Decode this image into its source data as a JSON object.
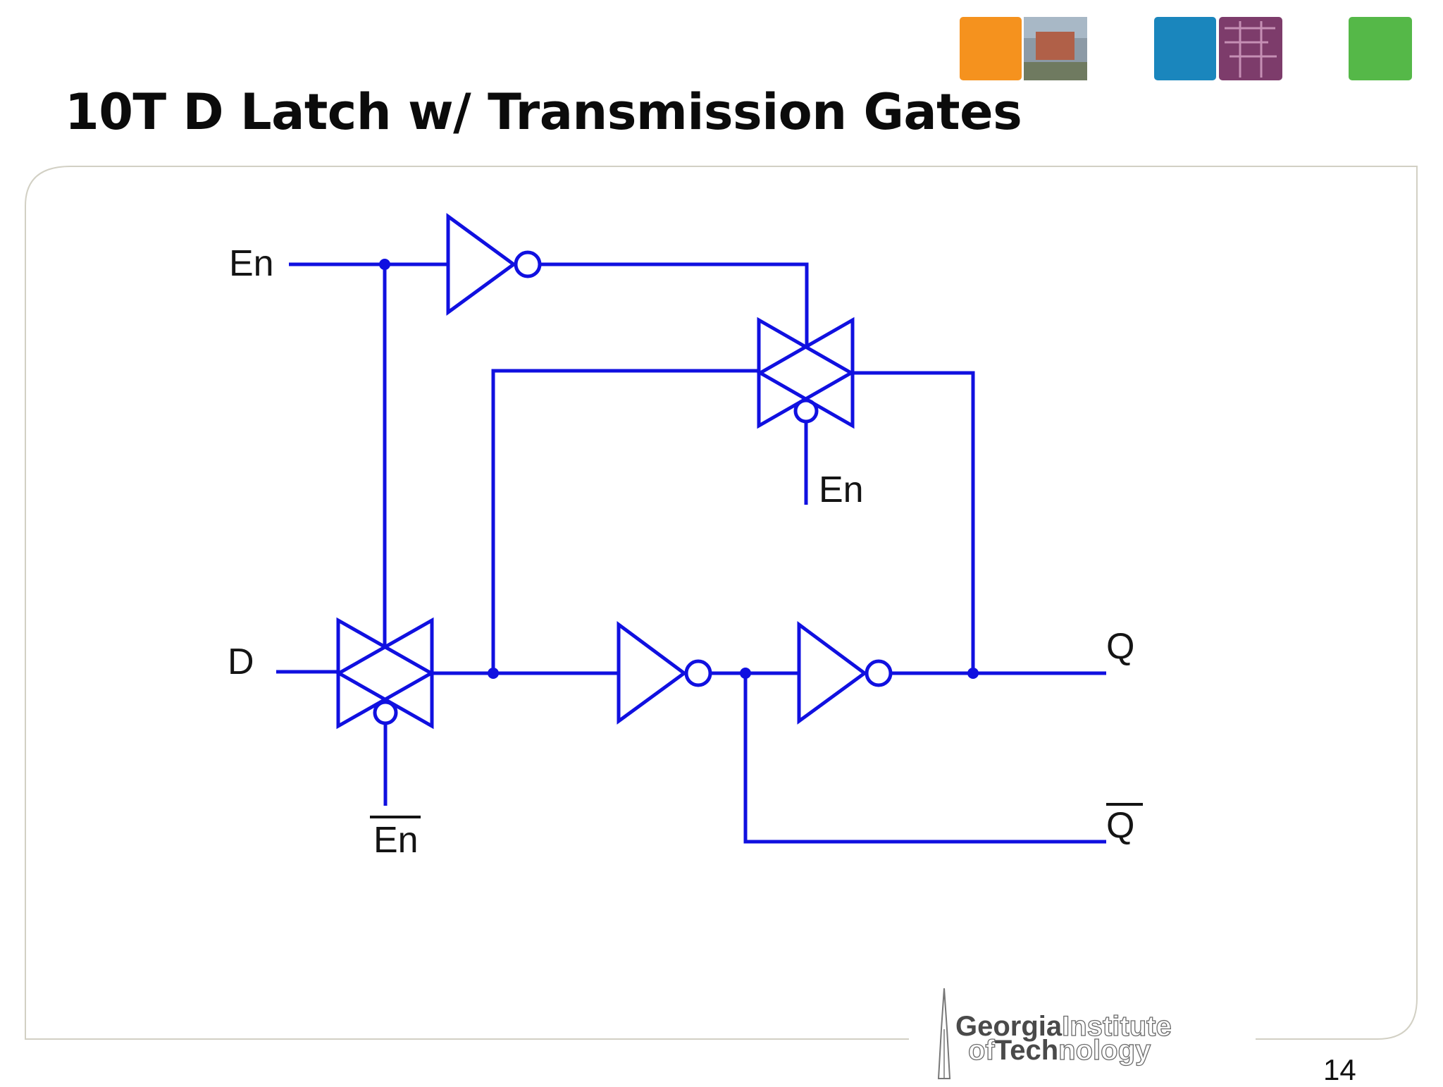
{
  "slide": {
    "title": "10T D Latch w/ Transmission Gates",
    "page_number": "14"
  },
  "header_tiles": {
    "colors": [
      "#f5921e",
      "#1a86bd",
      "#55b848"
    ],
    "photo_colors": [
      "#8c9aa6",
      "#7d3c6b"
    ]
  },
  "diagram": {
    "wire_color": "#1010e0",
    "labels": {
      "en_input": "En",
      "en_bottom_gate": "En",
      "en_bar": "En",
      "d_input": "D",
      "q_output": "Q",
      "q_bar_output": "Q"
    }
  },
  "logo": {
    "georgia": "Georgia",
    "institute": "Institute",
    "of": "of",
    "tech": "Tech",
    "nology": "nology"
  }
}
